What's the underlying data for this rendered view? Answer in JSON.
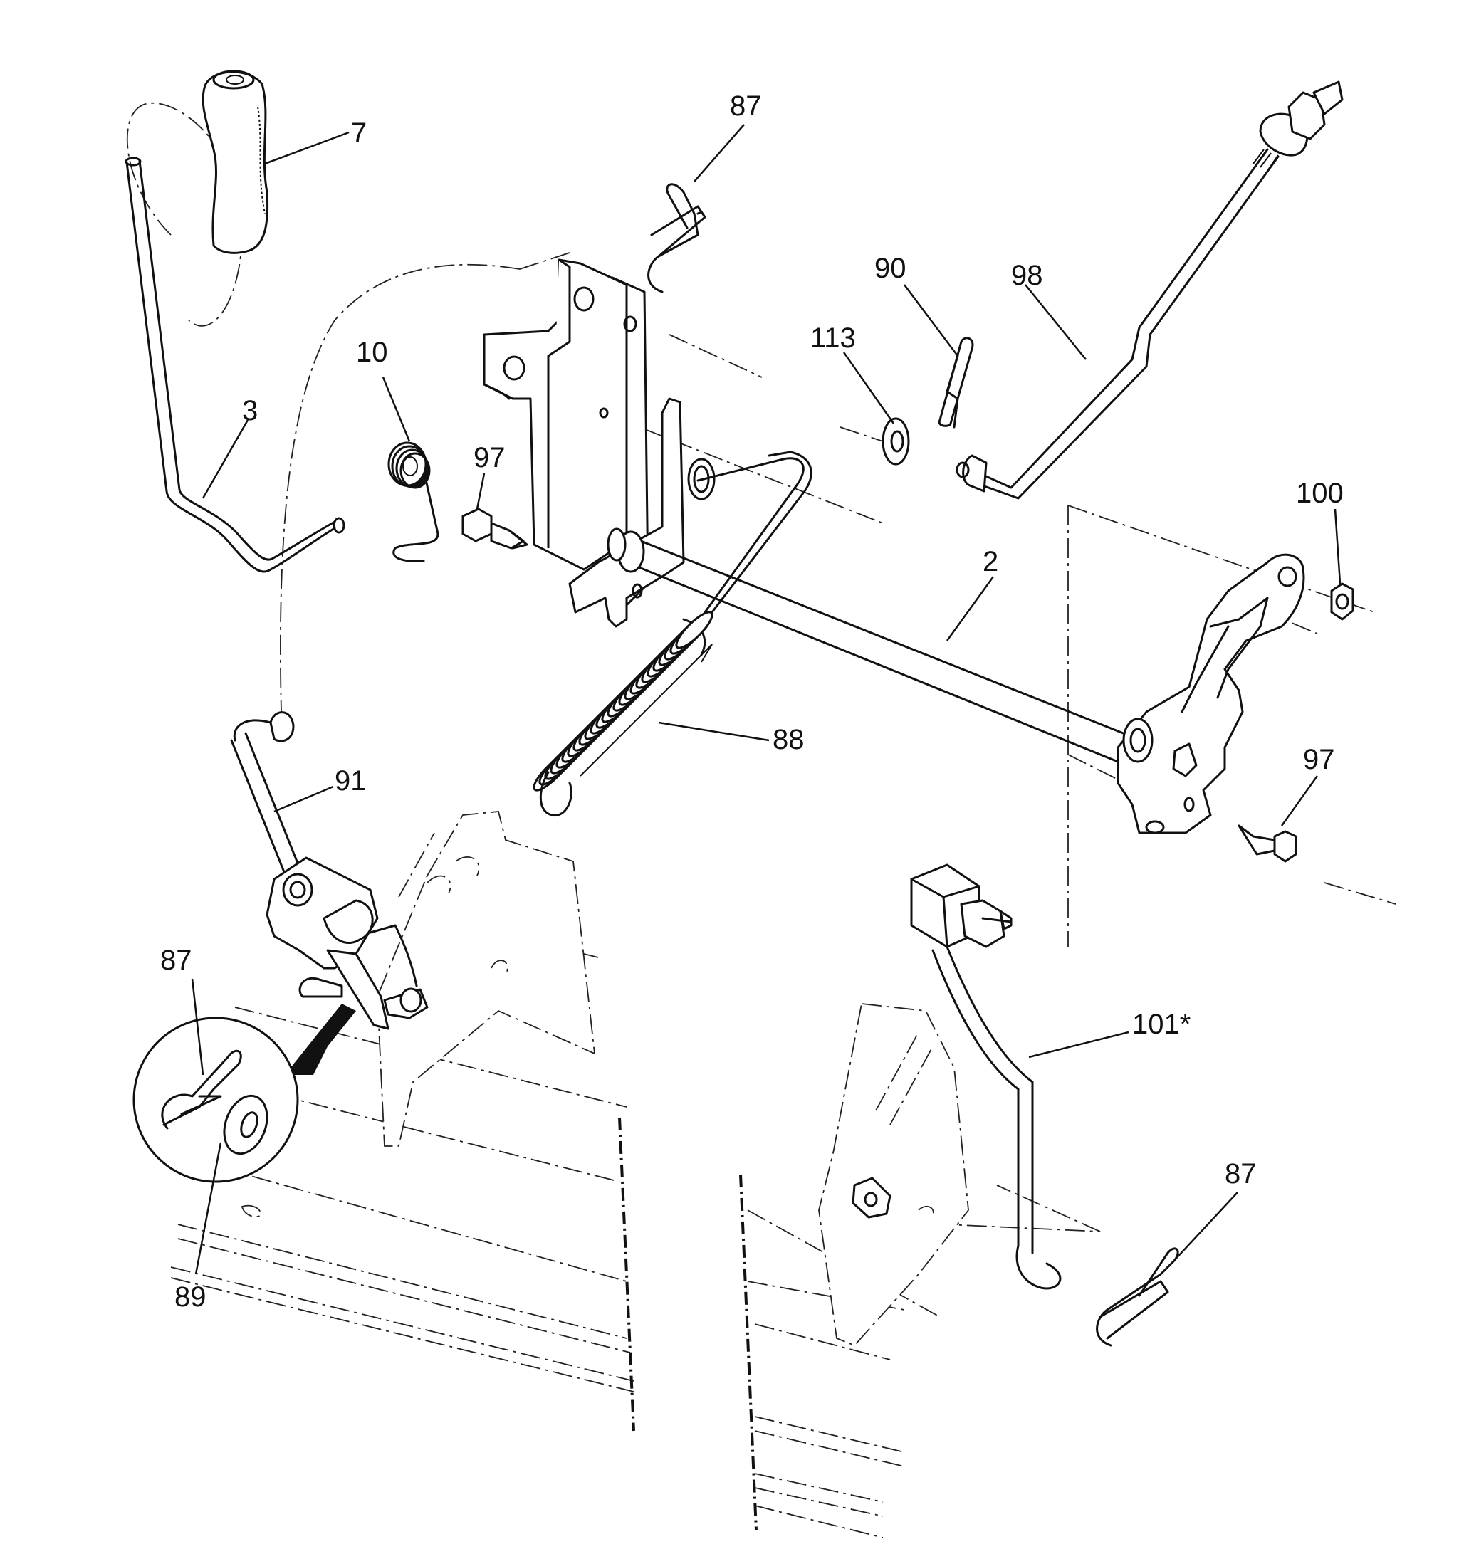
{
  "callouts": [
    {
      "id": "7",
      "text": "7"
    },
    {
      "id": "87-top",
      "text": "87"
    },
    {
      "id": "90",
      "text": "90"
    },
    {
      "id": "98",
      "text": "98"
    },
    {
      "id": "113",
      "text": "113"
    },
    {
      "id": "10",
      "text": "10"
    },
    {
      "id": "3",
      "text": "3"
    },
    {
      "id": "97-left",
      "text": "97"
    },
    {
      "id": "2",
      "text": "2"
    },
    {
      "id": "100",
      "text": "100"
    },
    {
      "id": "88",
      "text": "88"
    },
    {
      "id": "91",
      "text": "91"
    },
    {
      "id": "97-right",
      "text": "97"
    },
    {
      "id": "87-left",
      "text": "87"
    },
    {
      "id": "101",
      "text": "101*"
    },
    {
      "id": "87-bottom",
      "text": "87"
    },
    {
      "id": "89",
      "text": "89"
    }
  ]
}
